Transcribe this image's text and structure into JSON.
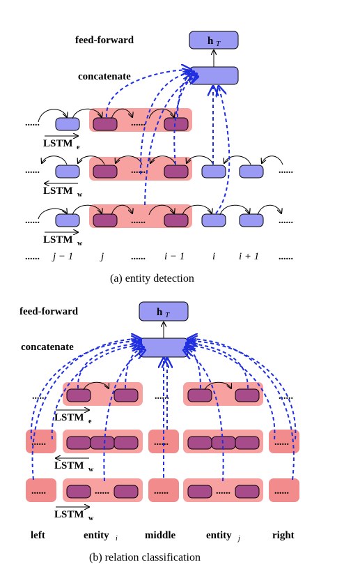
{
  "colors": {
    "lstm_cell": "#9a9af5",
    "lstm_cell_in_span": "#a84b8a",
    "span_highlight": "#f7a1a1",
    "span_highlight_dark": "#f28b8b",
    "attention_line": "#1f2ee0"
  },
  "top": {
    "feed_forward": "feed-forward",
    "concatenate": "concatenate",
    "output_symbol": "h",
    "output_sub": "T",
    "lstm_e": "LSTM",
    "lstm_e_sub": "e",
    "lstm_w": "LSTM",
    "lstm_w_sub": "w",
    "lstm_w2": "LSTM",
    "lstm_w2_sub": "w",
    "dots": "......",
    "positions": [
      "j − 1",
      "j",
      "......",
      "i − 1",
      "i",
      "i + 1",
      "......"
    ],
    "dots_left": "......",
    "caption": "(a)  entity detection"
  },
  "bottom": {
    "feed_forward": "feed-forward",
    "concatenate": "concatenate",
    "output_symbol": "h",
    "output_sub": "T",
    "lstm_e": "LSTM",
    "lstm_e_sub": "e",
    "lstm_w": "LSTM",
    "lstm_w_sub": "w",
    "lstm_w2": "LSTM",
    "lstm_w2_sub": "w",
    "dots": "......",
    "labels": {
      "left": "left",
      "entity_i": "entity",
      "entity_i_sub": "i",
      "middle": "middle",
      "entity_j": "entity",
      "entity_j_sub": "j",
      "right": "right"
    },
    "caption": "(b)  relation classification"
  }
}
